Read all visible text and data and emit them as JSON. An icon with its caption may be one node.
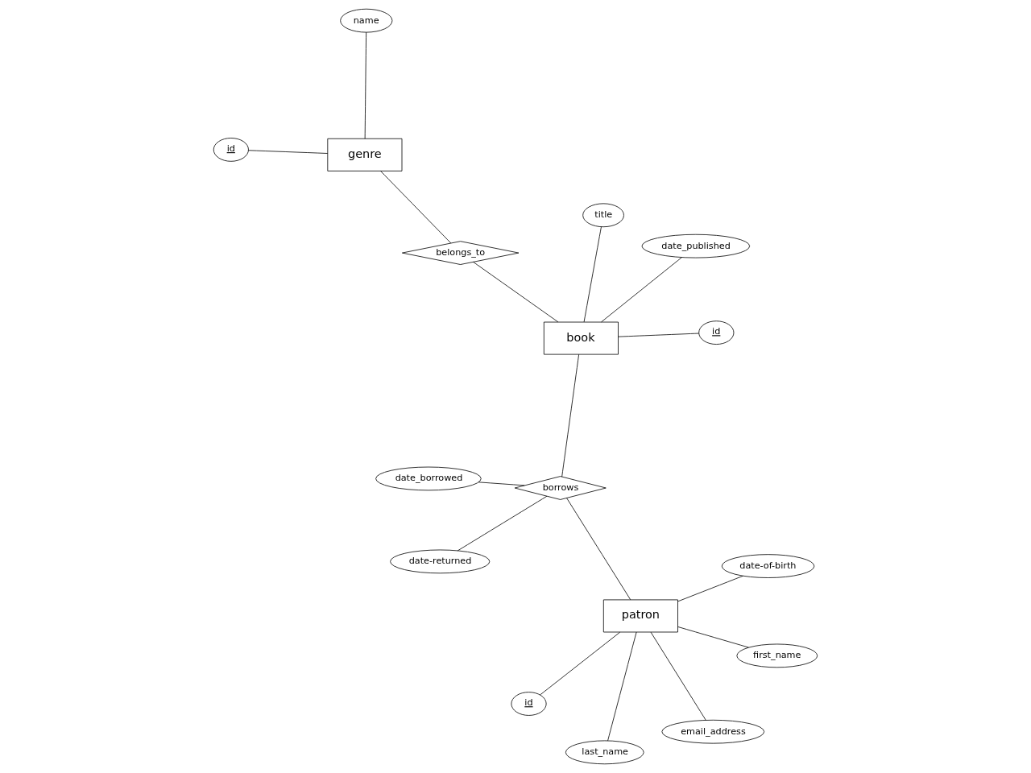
{
  "diagram": {
    "nodes": [
      {
        "text": [
          "date-returned"
        ]
      },
      {
        "text": [
          "first_name"
        ]
      },
      {
        "text": [
          "last_name"
        ]
      },
      {
        "text": [
          "date_borrowed"
        ]
      },
      {
        "text": [
          "patron"
        ]
      },
      {
        "text": [
          "date-of-birth"
        ]
      },
      {
        "text": [
          "borrows"
        ]
      },
      {
        "text": [
          "email_address"
        ]
      },
      {
        "text": [
          "id"
        ]
      },
      {
        "text": [
          "id"
        ]
      },
      {
        "text": [
          "id"
        ]
      },
      {
        "text": [
          "name"
        ]
      },
      {
        "text": [
          "book"
        ]
      },
      {
        "text": [
          "title"
        ]
      },
      {
        "text": [
          "belongs_to"
        ]
      },
      {
        "text": [
          "genre"
        ]
      },
      {
        "text": [
          "date_published"
        ]
      }
    ],
    "edges": [
      {
        "from": 0,
        "to": 6,
        "arrow": "none"
      },
      {
        "from": 3,
        "to": 6,
        "arrow": "none"
      },
      {
        "from": 6,
        "to": 4,
        "arrow": "none"
      },
      {
        "from": 6,
        "to": 12,
        "arrow": "none"
      },
      {
        "from": 1,
        "to": 4,
        "arrow": "none"
      },
      {
        "from": 2,
        "to": 4,
        "arrow": "none"
      },
      {
        "from": 4,
        "to": 5,
        "arrow": "none"
      },
      {
        "from": 4,
        "to": 7,
        "arrow": "none"
      },
      {
        "from": 4,
        "to": 8,
        "arrow": "none"
      },
      {
        "from": 9,
        "to": 12,
        "arrow": "none"
      },
      {
        "from": 13,
        "to": 12,
        "arrow": "none"
      },
      {
        "from": 12,
        "to": 16,
        "arrow": "none"
      },
      {
        "from": 12,
        "to": 14,
        "arrow": "none"
      },
      {
        "from": 14,
        "to": 15,
        "arrow": "none"
      },
      {
        "from": 10,
        "to": 15,
        "arrow": "none"
      },
      {
        "from": 11,
        "to": 15,
        "arrow": "none"
      }
    ]
  }
}
